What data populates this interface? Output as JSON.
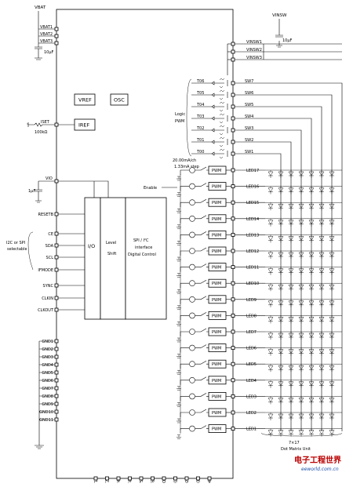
{
  "top_labels": {
    "vbat": "VBAT",
    "vinsw": "VINSW"
  },
  "vbat_pins": [
    "VBAT1",
    "VBAT2",
    "VBAT3"
  ],
  "vinsw_pins": [
    "VINSW1",
    "VINSW2",
    "VINSW3"
  ],
  "caps": {
    "vbat": "10µF",
    "vinsw": "10µF",
    "vio": "1µF"
  },
  "blocks": {
    "vref": "VREF",
    "osc": "OSC",
    "iref": "IREF",
    "io": "I/O",
    "level_shift": [
      "Level",
      "Shift"
    ],
    "spi": [
      "SPI / I²C",
      "interface",
      "Digital Control"
    ]
  },
  "iset": {
    "pin": "ISET",
    "resistor": "100kΩ"
  },
  "vio_pin": "VIO",
  "left_pins": [
    "RESETB",
    "CE",
    "SDA",
    "SCL",
    "IFMODE",
    "SYNC",
    "CLKIN",
    "CLKOUT"
  ],
  "i2c_label": [
    "I2C or SPI",
    "selectable"
  ],
  "logic_pwm": [
    "Logic",
    "PWM"
  ],
  "t_labels": [
    "T06",
    "T05",
    "T04",
    "T03",
    "T02",
    "T01",
    "T00"
  ],
  "sw_pins": [
    "SW7",
    "SW6",
    "SW5",
    "SW4",
    "SW3",
    "SW2",
    "SW1"
  ],
  "current_label": [
    "20.00mA/ch",
    "1.33mA step"
  ],
  "enable_label": "Enable",
  "pwm_label": "PWM",
  "led_pins": [
    "LED17",
    "LED16",
    "LED15",
    "LED14",
    "LED13",
    "LED12",
    "LED11",
    "LED10",
    "LED9",
    "LED8",
    "LED7",
    "LED6",
    "LED5",
    "LED4",
    "LED3",
    "LED2",
    "LED1"
  ],
  "gnd_pins": [
    "GND1",
    "GND2",
    "GND3",
    "GND4",
    "GND5",
    "GND6",
    "GND7",
    "GND8",
    "GND9",
    "GND10",
    "GND11"
  ],
  "bottom_pins": [
    "TEST1",
    "TEST2",
    "TEST4",
    "TEST4",
    "TEST5",
    "TEST6",
    "DO",
    "LEDGND1",
    "LEDGND2",
    "LEDGND3",
    "LEDGND4"
  ],
  "matrix_label": [
    "7×17",
    "Dot Matrix Unit"
  ],
  "watermark": {
    "cn": "电子工程世界",
    "url": "eeworld.com.cn"
  }
}
